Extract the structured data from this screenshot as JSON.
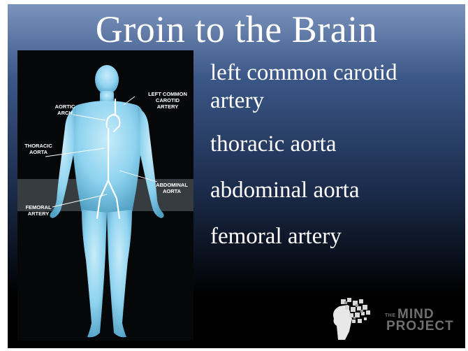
{
  "slide": {
    "title": "Groin to the Brain"
  },
  "figure": {
    "labels": {
      "left_common_carotid": [
        "LEFT COMMON",
        "CAROTID",
        "ARTERY"
      ],
      "aortic_arch": [
        "AORTIC",
        "ARCH"
      ],
      "thoracic_aorta": [
        "THORACIC",
        "AORTA"
      ],
      "abdominal_aorta": [
        "ABDOMINAL",
        "AORTA"
      ],
      "femoral_artery": [
        "FEMORAL",
        "ARTERY"
      ]
    }
  },
  "list": {
    "items": [
      "left common carotid artery",
      "thoracic aorta",
      "abdominal aorta",
      "femoral artery"
    ]
  },
  "logo": {
    "the": "THE",
    "mind": "MIND",
    "project": "PROJECT"
  },
  "colors": {
    "background_top": "#7b93bd",
    "background_bottom": "#000000",
    "body_silhouette": "#8fd3ef",
    "text": "#ffffff",
    "logo_text": "#6f6f6f"
  }
}
